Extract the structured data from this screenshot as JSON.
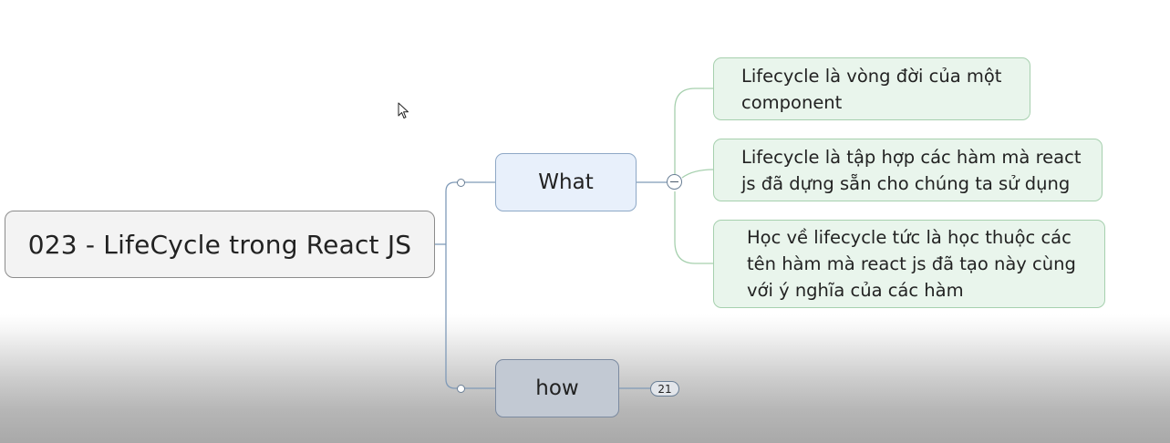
{
  "mindmap": {
    "central_topic": "023 - LifeCycle trong React JS",
    "topics": [
      {
        "label": "What",
        "collapsed": false,
        "subtopics": [
          "Lifecycle là vòng đời của một\ncomponent",
          "Lifecycle là tập hợp các hàm mà react\njs đã dựng sẵn cho chúng ta sử dụng",
          "Học về lifecycle tức là học thuộc các\ntên hàm mà react js đã tạo này cùng\nvới ý nghĩa của các hàm"
        ]
      },
      {
        "label": "how",
        "collapsed": true,
        "hidden_count": "21"
      }
    ]
  },
  "colors": {
    "central_fill": "#f3f3f3",
    "what_fill": "#e8f0fb",
    "how_fill": "#c2c9d3",
    "leaf_fill": "#e9f5ec",
    "leaf_border": "#a6d0ae",
    "connector_blue": "#7f9ab8",
    "connector_green": "#a6d0ae"
  }
}
